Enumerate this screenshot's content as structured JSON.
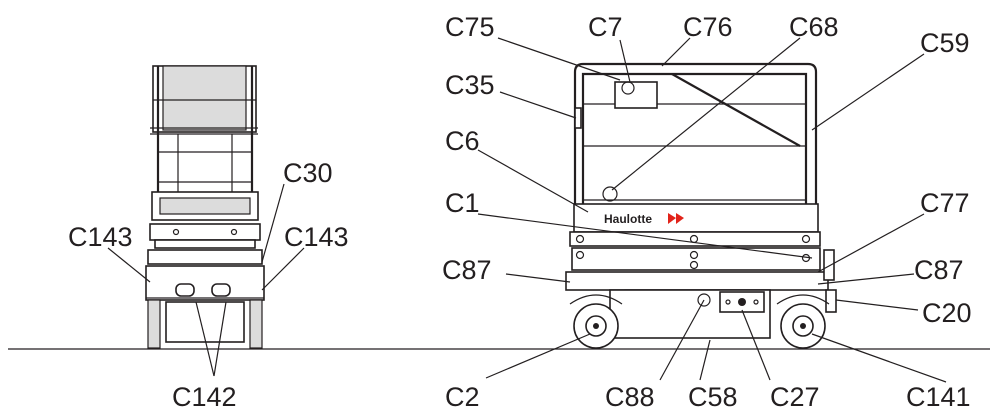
{
  "labels": {
    "C75": "C75",
    "C7": "C7",
    "C76": "C76",
    "C68": "C68",
    "C59": "C59",
    "C35": "C35",
    "C6": "C6",
    "C30": "C30",
    "C1": "C1",
    "C77": "C77",
    "C143_left": "C143",
    "C143_right": "C143",
    "C87_left": "C87",
    "C87_right": "C87",
    "C20": "C20",
    "C2": "C2",
    "C88": "C88",
    "C58": "C58",
    "C27": "C27",
    "C141": "C141",
    "C142": "C142"
  },
  "brand_name": "Haulotte",
  "colors": {
    "line": "#231f20",
    "accent": "#e2231a",
    "fill": "#dcdcdc"
  }
}
